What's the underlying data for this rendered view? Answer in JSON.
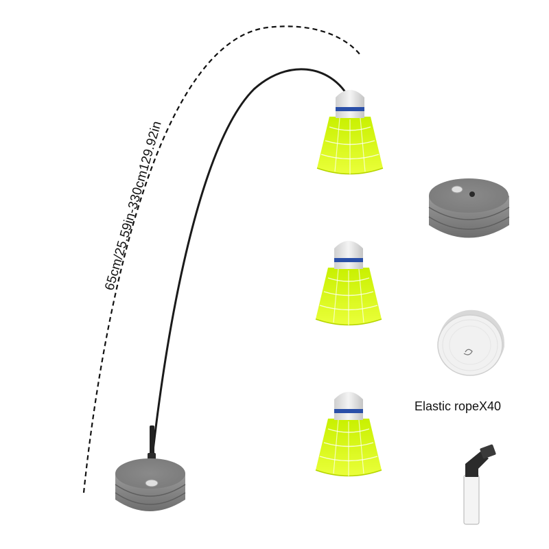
{
  "labels": {
    "height_range": "65cm/25.59in-330cm129.92in",
    "elastic_rope": "Elastic ropeX40"
  },
  "colors": {
    "shuttle_skirt": "#d9ff1a",
    "shuttle_cork": "#e8e8e8",
    "shuttle_band": "#2a4fa8",
    "base_gray": "#8f8f8f",
    "rod": "#1a1a1a"
  },
  "items": [
    {
      "name": "training-rod-with-base"
    },
    {
      "name": "shuttlecock"
    },
    {
      "name": "shuttlecock"
    },
    {
      "name": "shuttlecock"
    },
    {
      "name": "weighted-base"
    },
    {
      "name": "elastic-rope-roll"
    },
    {
      "name": "rod-connector"
    }
  ]
}
